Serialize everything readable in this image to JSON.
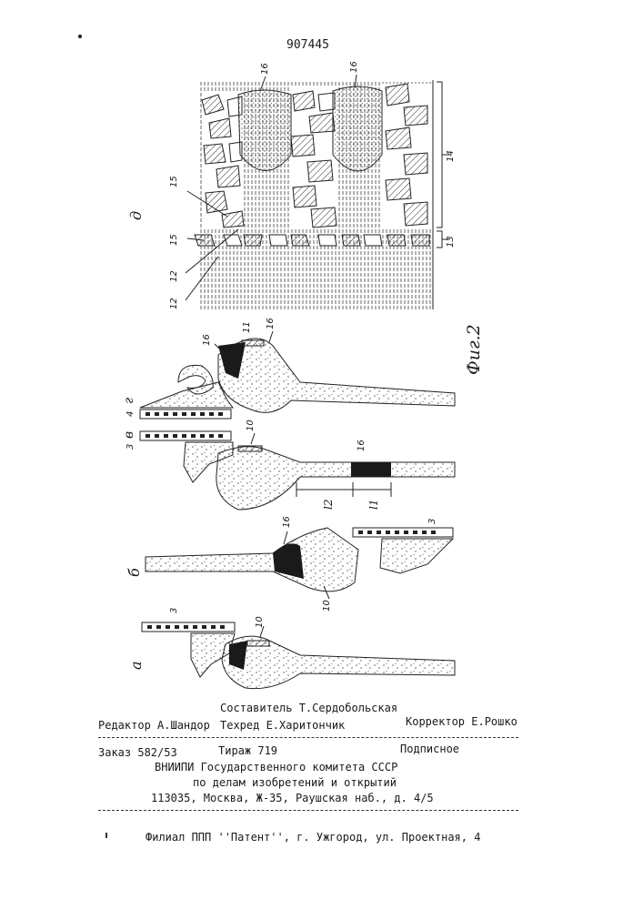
{
  "header": {
    "patent_number": "907445"
  },
  "figure": {
    "caption": "Фиг.2",
    "subfigure_letters": [
      "а",
      "б",
      "в",
      "г",
      "д"
    ],
    "part_labels": {
      "p16": "16",
      "p15": "15",
      "p12": "12",
      "p14": "14",
      "p13": "13",
      "p11": "11",
      "p10": "10",
      "p3": "3",
      "p4": "4",
      "l1": "l1",
      "l2": "l2"
    }
  },
  "footer": {
    "composer": "Составитель Т.Сердобольская",
    "editor": "Редактор А.Шандор",
    "tech_editor": "Техред  Е.Харитончик",
    "corrector": "Корректор Е.Рошко",
    "order": "Заказ 582/53",
    "circulation": "Тираж 719",
    "subscription": "Подписное",
    "org_line1": "ВНИИПИ Государственного комитета СССР",
    "org_line2": "по делам изобретений и открытий",
    "org_line3": "113035, Москва, Ж-35, Раушская наб., д. 4/5",
    "branch": "Филиал ППП ''Патент'', г. Ужгород, ул. Проектная, 4"
  },
  "colors": {
    "ink": "#1a1a1a",
    "paper": "#ffffff"
  }
}
